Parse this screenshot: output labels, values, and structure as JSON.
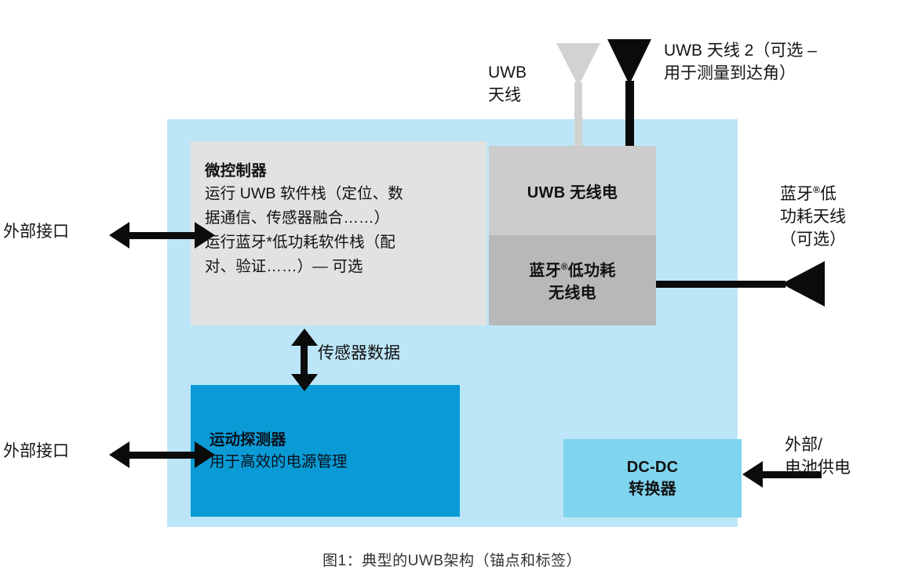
{
  "diagram": {
    "caption": "图1：典型的UWB架构（锚点和标签）",
    "colors": {
      "panel": "#BCE6F7",
      "mcu_block": "#E2E2E2",
      "uwb_radio": "#CCCCCC",
      "ble_radio": "#B8B8B8",
      "motion_block": "#0A9BD6",
      "dcdc_block": "#7FD4EE",
      "arrow": "#0B0B0B",
      "antenna_gray": "#D2D2D2",
      "background": "#FFFFFF"
    },
    "blocks": {
      "mcu": {
        "title": "微控制器",
        "line1": "运行 UWB 软件栈（定位、数",
        "line2": "据通信、传感器融合……）",
        "line3": "运行蓝牙*低功耗软件栈（配",
        "line4": "对、验证……）— 可选"
      },
      "uwb_radio": {
        "label": "UWB 无线电"
      },
      "ble_radio": {
        "label_prefix": "蓝牙",
        "label_reg": "®",
        "label_mid": "低功耗",
        "label_line2": "无线电"
      },
      "motion": {
        "title": "运动探测器",
        "subtitle": "用于高效的电源管理"
      },
      "dcdc": {
        "line1": "DC-DC",
        "line2": "转换器"
      }
    },
    "labels": {
      "uwb_antenna_1_line1": "UWB",
      "uwb_antenna_1_line2": "天线",
      "uwb_antenna_2_line1": "UWB 天线 2（可选 –",
      "uwb_antenna_2_line2": "用于测量到达角）",
      "ble_antenna_line1_prefix": "蓝牙",
      "ble_antenna_line1_reg": "®",
      "ble_antenna_line1_suffix": "低",
      "ble_antenna_line2": "功耗天线",
      "ble_antenna_line3": "（可选）",
      "external_interface_top": "外部接口",
      "external_interface_bottom": "外部接口",
      "sensor_data": "传感器数据",
      "external_power_line1": "外部/",
      "external_power_line2": "电池供电"
    }
  }
}
